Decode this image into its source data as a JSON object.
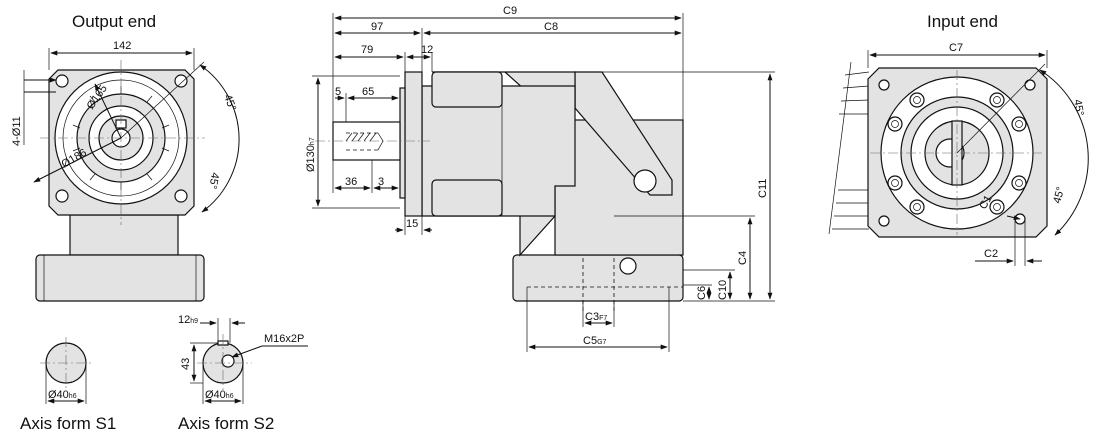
{
  "titles": {
    "output_end": "Output end",
    "input_end": "Input end",
    "axis_s1": "Axis form S1",
    "axis_s2": "Axis form S2"
  },
  "output_view": {
    "width": "142",
    "holes": "4-Ø11",
    "pcd": "Ø165",
    "outer": "Ø186",
    "angle": "45°",
    "angle2": "45°"
  },
  "side_view": {
    "c9": "C9",
    "d97": "97",
    "c8": "C8",
    "d79": "79",
    "d12": "12",
    "d5": "5",
    "d65": "65",
    "pilot": "Ø130",
    "pilot_tol": "h7",
    "d36": "36",
    "d3": "3",
    "d15": "15",
    "c11": "C11",
    "c4": "C4",
    "c6": "C6",
    "c10": "C10",
    "c3": "C3",
    "c3_tol": "F7",
    "c5": "C5",
    "c5_tol": "G7"
  },
  "input_view": {
    "c7": "C7",
    "angle": "45°",
    "angle2": "45°",
    "c1": "C1",
    "c2": "C2"
  },
  "axis_s1": {
    "dia": "Ø40",
    "dia_tol": "h6"
  },
  "axis_s2": {
    "key": "12",
    "key_tol": "h9",
    "height": "43",
    "thread": "M16x2P",
    "dia": "Ø40",
    "dia_tol": "h6"
  }
}
